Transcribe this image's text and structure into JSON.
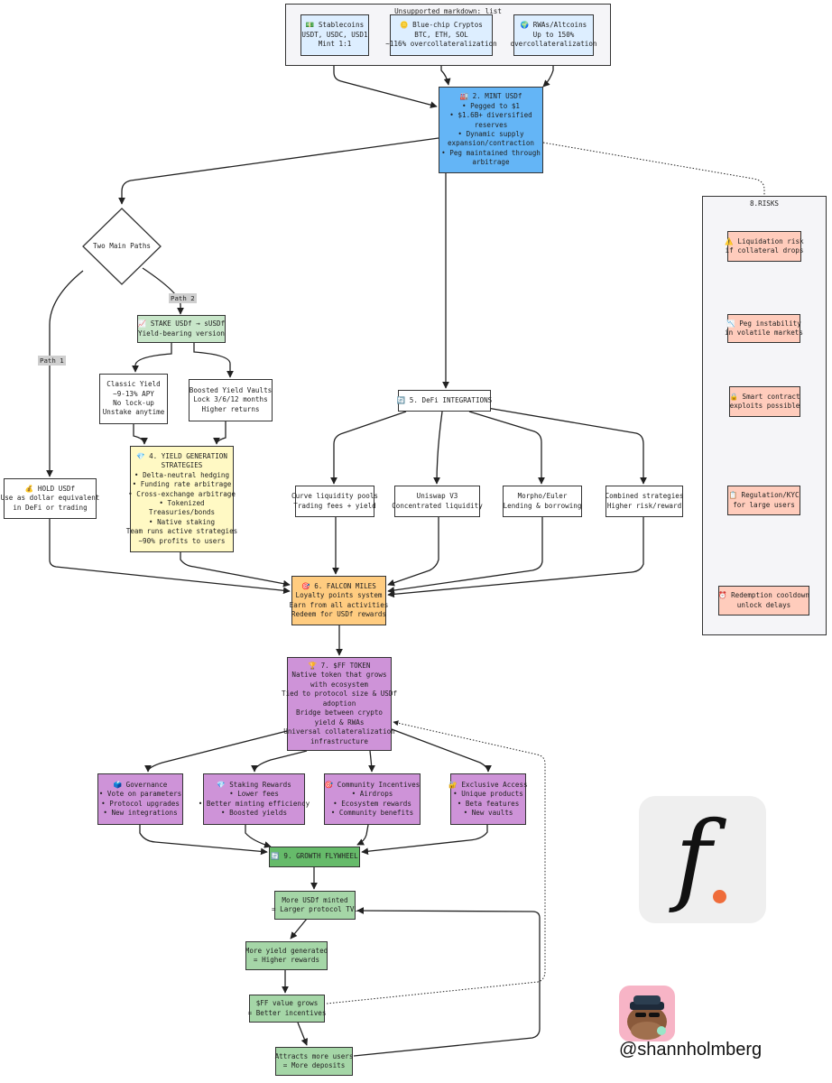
{
  "header": {
    "unsupported_label": "Unsupported markdown: list"
  },
  "collateral": {
    "stablecoins": [
      "💵 Stablecoins",
      "USDT, USDC, USD1",
      "Mint 1:1"
    ],
    "bluechip": [
      "🪙 Blue-chip Cryptos",
      "BTC, ETH, SOL",
      "~116% overcollateralization"
    ],
    "rwas": [
      "🌍 RWAs/Altcoins",
      "Up to 150%",
      "overcollateralization"
    ]
  },
  "mint": [
    "🏭 2. MINT USDf",
    "• Pegged to $1",
    "• $1.6B+ diversified",
    "reserves",
    "• Dynamic supply",
    "expansion/contraction",
    "• Peg maintained through",
    "arbitrage"
  ],
  "paths": {
    "decision": "Two Main Paths",
    "path1_label": "Path 1",
    "path2_label": "Path 2"
  },
  "stake": [
    "📈 STAKE USDf → sUSDf",
    "Yield-bearing version"
  ],
  "classic_yield": [
    "Classic Yield",
    "~9-13% APY",
    "No lock-up",
    "Unstake anytime"
  ],
  "boosted_vaults": [
    "Boosted Yield Vaults",
    "Lock 3/6/12 months",
    "Higher returns"
  ],
  "hold": [
    "💰 HOLD USDf",
    "Use as dollar equivalent",
    "in DeFi or trading"
  ],
  "yield_strategies": [
    "💎 4. YIELD GENERATION",
    "STRATEGIES",
    "• Delta-neutral hedging",
    "• Funding rate arbitrage",
    "• Cross-exchange arbitrage",
    "• Tokenized",
    "Treasuries/bonds",
    "• Native staking",
    "Team runs active strategies",
    "~90% profits to users"
  ],
  "defi": [
    "🔄 5. DeFi INTEGRATIONS"
  ],
  "curve": [
    "Curve liquidity pools",
    "Trading fees + yield"
  ],
  "uniswap": [
    "Uniswap V3",
    "Concentrated liquidity"
  ],
  "morpho": [
    "Morpho/Euler",
    "Lending & borrowing"
  ],
  "combined": [
    "Combined strategies",
    "Higher risk/reward"
  ],
  "miles": [
    "🎯 6. FALCON MILES",
    "Loyalty points system",
    "Earn from all activities",
    "Redeem for USDf rewards"
  ],
  "ff_token": [
    "🏆 7. $FF TOKEN",
    "Native token that grows",
    "with ecosystem",
    "Tied to protocol size & USDf",
    "adoption",
    "Bridge between crypto",
    "yield & RWAs",
    "Universal collateralization",
    "infrastructure"
  ],
  "governance": [
    "🗳️ Governance",
    "• Vote on parameters",
    "• Protocol upgrades",
    "• New integrations"
  ],
  "staking_rewards": [
    "💎 Staking Rewards",
    "• Lower fees",
    "• Better minting efficiency",
    "• Boosted yields"
  ],
  "community": [
    "🎯 Community Incentives",
    "• Airdrops",
    "• Ecosystem rewards",
    "• Community benefits"
  ],
  "exclusive": [
    "🔐 Exclusive Access",
    "• Unique products",
    "• Beta features",
    "• New vaults"
  ],
  "flywheel": [
    "🔄 9. GROWTH FLYWHEEL"
  ],
  "fly_minted": [
    "More USDf minted",
    "= Larger protocol TVL"
  ],
  "fly_yield": [
    "More yield generated",
    "= Higher rewards"
  ],
  "fly_value": [
    "$FF value grows",
    "= Better incentives"
  ],
  "fly_users": [
    "Attracts more users",
    "= More deposits"
  ],
  "risks": {
    "title": "8.RISKS",
    "liquidation": [
      "⚠️ Liquidation risk",
      "if collateral drops"
    ],
    "peg": [
      "📉 Peg instability",
      "in volatile markets"
    ],
    "contract": [
      "🔒 Smart contract",
      "exploits possible"
    ],
    "regulation": [
      "📋 Regulation/KYC",
      "for large users"
    ],
    "redemption": [
      "⏰ Redemption cooldown",
      "unlock delays"
    ]
  },
  "branding": {
    "handle": "@shannholmberg",
    "logo_letter": "f"
  },
  "colors": {
    "stroke": "#333333",
    "mint": "#64b5f6",
    "stake": "#c8e6c9",
    "yield": "#fff9c4",
    "miles": "#ffcc80",
    "token": "#ce93d8",
    "flywheel": "#66bb6a",
    "risk": "#ffccbc",
    "logo_dot": "#ef6c3a"
  }
}
